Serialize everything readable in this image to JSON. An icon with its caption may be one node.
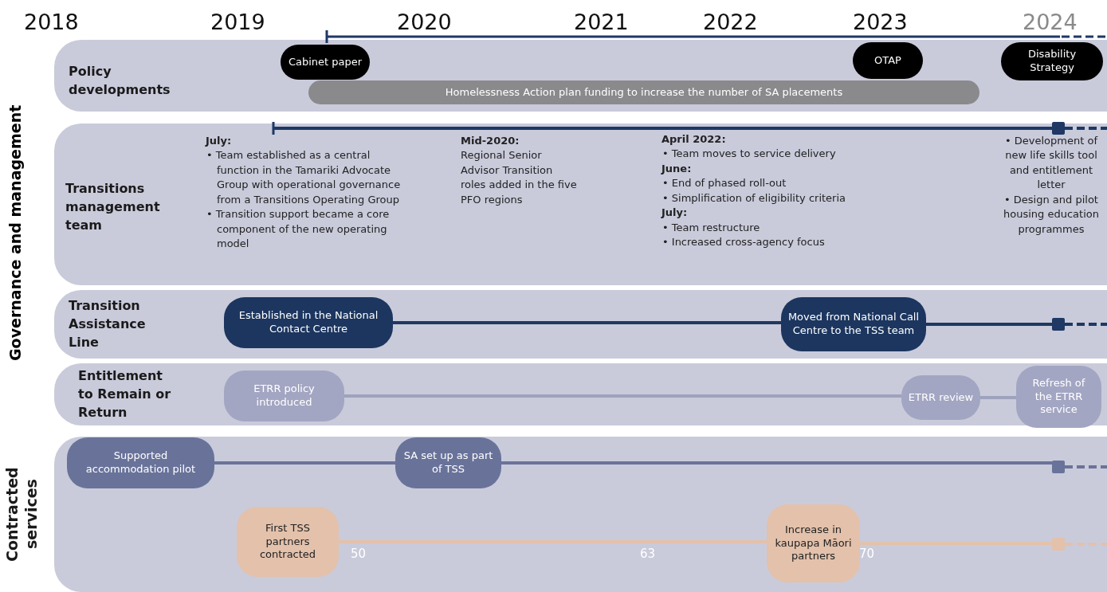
{
  "diagram": {
    "nodes": [
      {
        "text": [
          "Policy developments"
        ]
      },
      {
        "text": [
          "Cabinet paper"
        ],
        "in": 0
      },
      {
        "text": [
          "OTAP"
        ],
        "in": 0
      },
      {
        "text": [
          "Disability Strategy"
        ],
        "in": 0
      },
      {
        "text": [
          "Homelessness Action plan funding to increase the number of SA placements"
        ],
        "in": 0
      },
      {
        "text": [
          "Transitions management team",
          "July:",
          "• Team established as a central function in the Tamariki Advocate Group with operational governance from a Transitions Operating Group",
          "• Transition support became a core component of the new operating model",
          "Mid-2020:",
          "Regional Senior Advisor Transition roles added in the five PFO regions",
          "April 2022:",
          "• Team moves to service delivery",
          "June:",
          "• End of phased roll-out",
          "• Simplification of eligibility criteria",
          "July:",
          "• Team restructure",
          "• Increased cross-agency focus",
          "• Development of new life skills tool and entitlement letter",
          "• Design and pilot housing education programmes"
        ]
      },
      {
        "text": [],
        "shape": "box",
        "in": 5
      },
      {
        "text": [
          "Transition Assistance Line"
        ]
      },
      {
        "text": [
          "Established in the National Contact Centre"
        ],
        "in": 7
      },
      {
        "text": [
          "Moved from National Call Centre to the TSS team"
        ],
        "in": 7
      },
      {
        "text": [],
        "shape": "box",
        "in": 7
      },
      {
        "text": [
          "Entitlement to Remain or Return"
        ]
      },
      {
        "text": [
          "ETRR policy introduced"
        ],
        "in": 11
      },
      {
        "text": [
          "ETRR review"
        ],
        "in": 11
      },
      {
        "text": [
          "Refresh of the ETRR service"
        ],
        "in": 11
      },
      {
        "text": [
          "Contracted services"
        ]
      },
      {
        "text": [
          "Supported accommodation pilot"
        ],
        "in": 15
      },
      {
        "text": [
          "SA set up as part of TSS"
        ],
        "in": 15
      },
      {
        "text": [],
        "shape": "box",
        "in": 15
      },
      {
        "text": [
          "First TSS partners contracted"
        ],
        "in": 15
      },
      {
        "text": [
          "Increase in kaupapa Māori partners"
        ],
        "in": 15
      },
      {
        "text": [],
        "shape": "box",
        "in": 15
      }
    ],
    "edges": [
      {
        "from": null,
        "to": 6,
        "arrow": "none"
      },
      {
        "from": 6,
        "to": null,
        "arrow": "none",
        "style": "dashed"
      },
      {
        "from": 8,
        "to": 9,
        "arrow": "none"
      },
      {
        "from": 9,
        "to": 10,
        "arrow": "none"
      },
      {
        "from": 10,
        "to": null,
        "arrow": "none",
        "style": "dashed"
      },
      {
        "from": 12,
        "to": 13,
        "arrow": "none",
        "color": "#9fa2bd"
      },
      {
        "from": 13,
        "to": 14,
        "arrow": "none",
        "color": "#9fa2bd"
      },
      {
        "from": 16,
        "to": 17,
        "arrow": "none",
        "color": "#6b7399"
      },
      {
        "from": 17,
        "to": 18,
        "arrow": "none",
        "color": "#6b7399"
      },
      {
        "from": 18,
        "to": null,
        "arrow": "none",
        "style": "dashed",
        "color": "#6b7399"
      },
      {
        "from": 19,
        "to": 20,
        "arrow": "none",
        "color": "#e3c1ab"
      },
      {
        "from": 20,
        "to": 21,
        "arrow": "none",
        "color": "#e3c1ab"
      },
      {
        "from": 21,
        "to": null,
        "arrow": "none",
        "style": "dashed",
        "color": "#e3c1ab"
      }
    ],
    "labels": [
      "2018",
      "2019",
      "2020",
      "2021",
      "2022",
      "2023",
      "2024",
      "Governance and management",
      "50",
      "63",
      "70"
    ]
  }
}
